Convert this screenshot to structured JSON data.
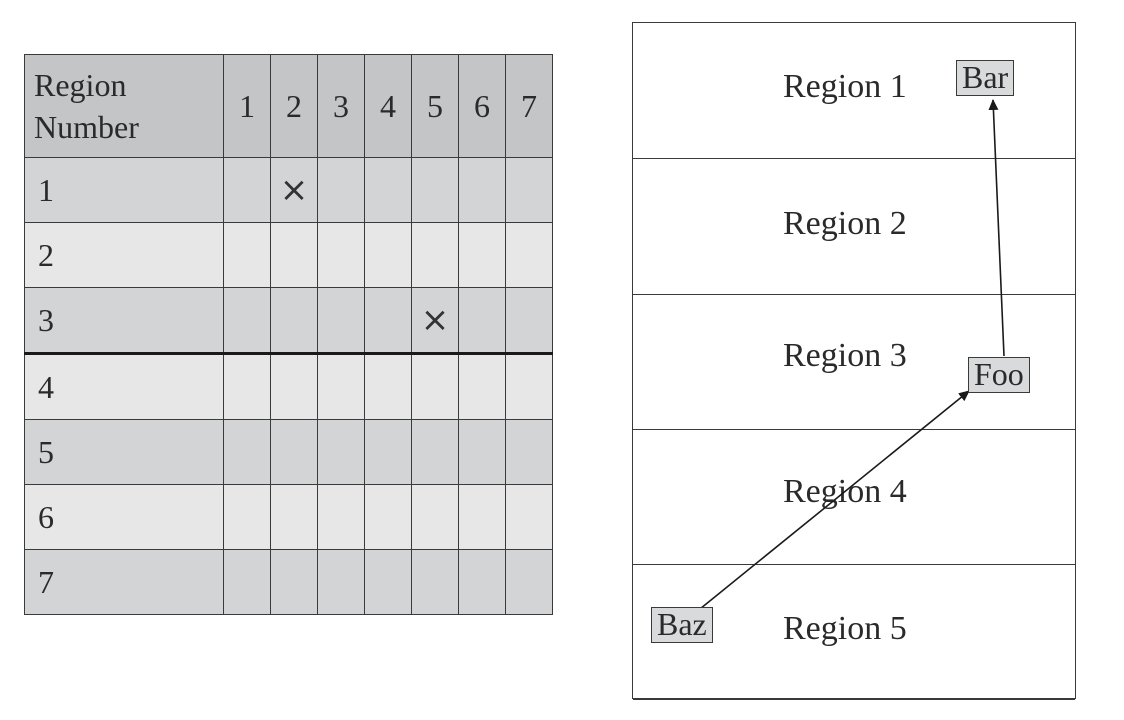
{
  "table": {
    "corner_label": "Region\nNumber",
    "columns": [
      "1",
      "2",
      "3",
      "4",
      "5",
      "6",
      "7"
    ],
    "rows": [
      {
        "label": "1",
        "cells": [
          "",
          "×",
          "",
          "",
          "",
          "",
          ""
        ]
      },
      {
        "label": "2",
        "cells": [
          "",
          "",
          "",
          "",
          "",
          "",
          ""
        ]
      },
      {
        "label": "3",
        "cells": [
          "",
          "",
          "",
          "",
          "×",
          "",
          ""
        ]
      },
      {
        "label": "4",
        "cells": [
          "",
          "",
          "",
          "",
          "",
          "",
          ""
        ]
      },
      {
        "label": "5",
        "cells": [
          "",
          "",
          "",
          "",
          "",
          "",
          ""
        ]
      },
      {
        "label": "6",
        "cells": [
          "",
          "",
          "",
          "",
          "",
          "",
          ""
        ]
      },
      {
        "label": "7",
        "cells": [
          "",
          "",
          "",
          "",
          "",
          "",
          ""
        ]
      }
    ]
  },
  "diagram": {
    "regions": [
      "Region 1",
      "Region 2",
      "Region 3",
      "Region 4",
      "Region 5"
    ],
    "nodes": {
      "bar": "Bar",
      "foo": "Foo",
      "baz": "Baz"
    },
    "edges": [
      {
        "from": "Baz",
        "to": "Foo"
      },
      {
        "from": "Foo",
        "to": "Bar"
      }
    ]
  }
}
